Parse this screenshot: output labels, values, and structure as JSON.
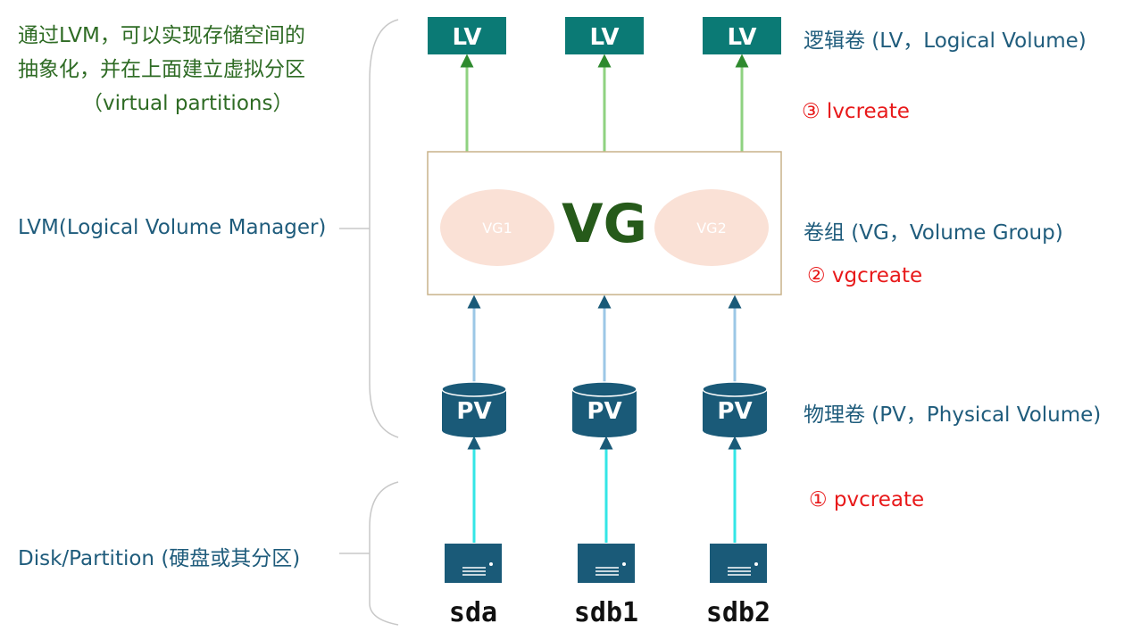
{
  "colors": {
    "lv_box": "#0b7a75",
    "pv_cylinder": "#1a5a78",
    "disk": "#1a5a78",
    "vg_border": "#c9b28a",
    "vg_ellipse": "#fae1d6",
    "vg_text": "#265a1a",
    "up_arrow_green": "#8fd281",
    "up_arrow_blue": "#9cc7e6",
    "up_arrow_cyan": "#33e6e6",
    "text_blue": "#1f5c7c",
    "text_red": "#e8191a",
    "text_green": "#2e6b24"
  },
  "left": {
    "lvm_note_line1": "通过LVM，可以实现存储空间的",
    "lvm_note_line2": "抽象化，并在上面建立虚拟分区",
    "lvm_note_line3": "（virtual partitions）",
    "lvm_label": "LVM(Logical Volume Manager)",
    "disk_label": "Disk/Partition (硬盘或其分区)"
  },
  "lv": {
    "label": "LV",
    "count": 3
  },
  "vg": {
    "label": "VG",
    "vg1": "VG1",
    "vg2": "VG2"
  },
  "pv": {
    "label": "PV",
    "count": 3
  },
  "disks": [
    "sda",
    "sdb1",
    "sdb2"
  ],
  "right": {
    "lv_desc": "逻辑卷 (LV，Logical Volume)",
    "step3": "③ lvcreate",
    "vg_desc": "卷组 (VG，Volume Group)",
    "step2": "② vgcreate",
    "pv_desc": "物理卷 (PV，Physical Volume)",
    "step1": "① pvcreate"
  }
}
